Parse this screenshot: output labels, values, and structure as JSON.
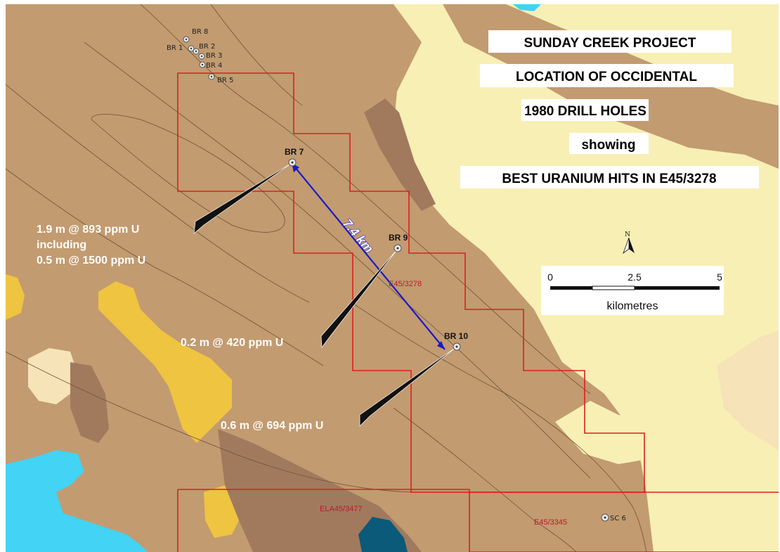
{
  "title_lines": [
    "SUNDAY CREEK PROJECT",
    "LOCATION OF OCCIDENTAL",
    "1980 DRILL HOLES",
    "showing",
    "BEST URANIUM HITS IN E45/3278"
  ],
  "drill_holes": [
    {
      "id": "BR 8"
    },
    {
      "id": "BR 1"
    },
    {
      "id": "BR 2"
    },
    {
      "id": "BR 3"
    },
    {
      "id": "BR 4"
    },
    {
      "id": "BR 5"
    },
    {
      "id": "BR 7"
    },
    {
      "id": "BR 9"
    },
    {
      "id": "BR 10"
    },
    {
      "id": "SC 6"
    }
  ],
  "hits": {
    "br7": {
      "line1": "1.9 m @ 893 ppm U",
      "line2": "including",
      "line3": "0.5 m @ 1500 ppm U"
    },
    "br9": "0.2 m @ 420 ppm U",
    "br10": "0.6 m @ 694 ppm U"
  },
  "distance_label": "7.4 km",
  "tenements": [
    "E45/3278",
    "ELA45/3477",
    "E45/3345"
  ],
  "scale_bar": {
    "ticks": [
      "0",
      "2.5",
      "5"
    ],
    "unit": "kilometres"
  },
  "north_arrow": {
    "letter": "N"
  },
  "colors": {
    "geology_brown": "#c29b70",
    "geology_dark_brown": "#a17a5e",
    "geology_pale_yellow": "#f8efb5",
    "geology_cream": "#f6e3b8",
    "geology_gold": "#efc441",
    "water_blue": "#42d3f5",
    "water_dark": "#0b5a7a",
    "tenement_red": "#dd1f1f",
    "distance_line": "#1a1ac8"
  }
}
